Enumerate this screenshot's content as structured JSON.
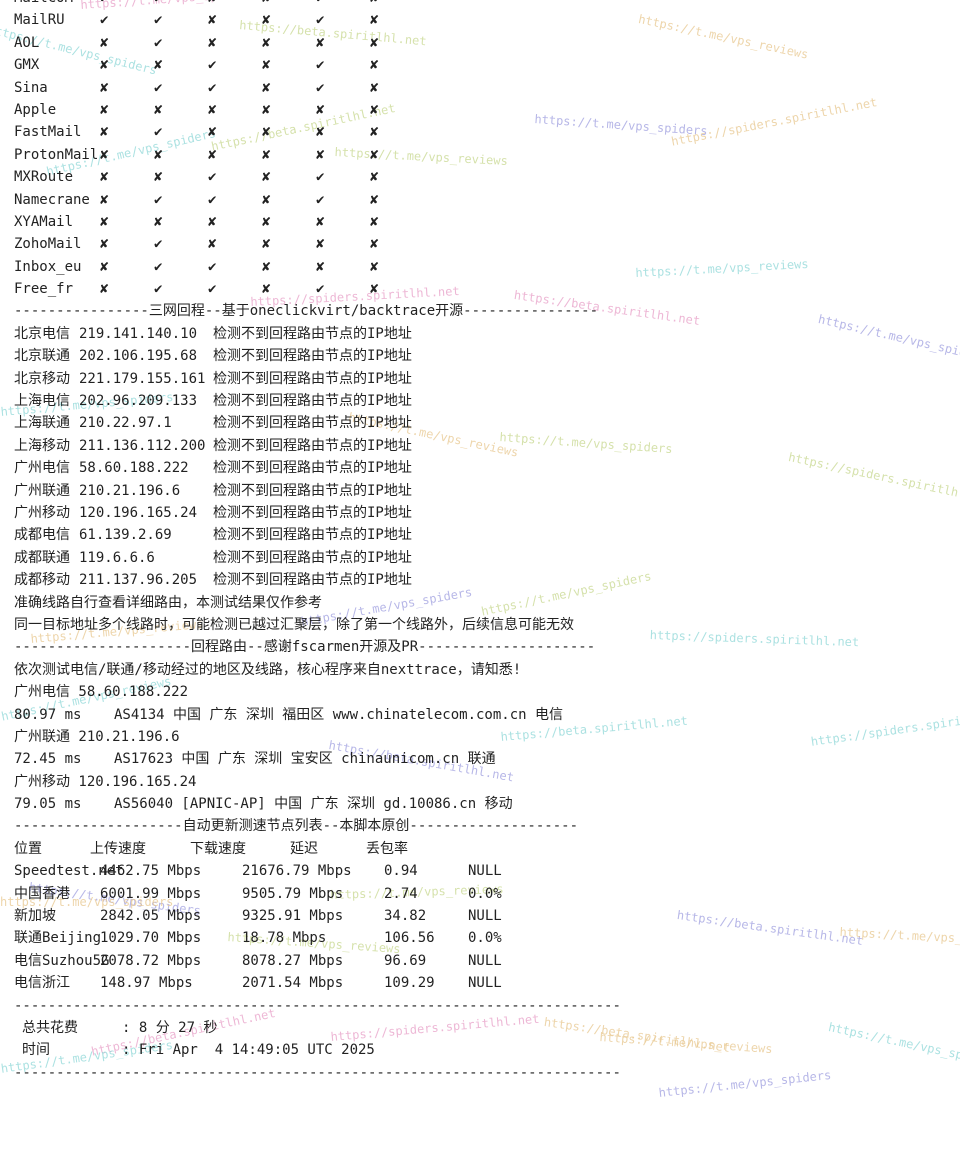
{
  "mail_rows": [
    {
      "name": "MailCOM",
      "marks": [
        "✔",
        "✔",
        "✘",
        "✘",
        "✔",
        "✘"
      ]
    },
    {
      "name": "MailRU",
      "marks": [
        "✔",
        "✔",
        "✘",
        "✘",
        "✔",
        "✘"
      ]
    },
    {
      "name": "AOL",
      "marks": [
        "✘",
        "✔",
        "✘",
        "✘",
        "✘",
        "✘"
      ]
    },
    {
      "name": "GMX",
      "marks": [
        "✘",
        "✘",
        "✔",
        "✘",
        "✔",
        "✘"
      ]
    },
    {
      "name": "Sina",
      "marks": [
        "✘",
        "✔",
        "✔",
        "✘",
        "✔",
        "✘"
      ]
    },
    {
      "name": "Apple",
      "marks": [
        "✘",
        "✘",
        "✘",
        "✘",
        "✘",
        "✘"
      ]
    },
    {
      "name": "FastMail",
      "marks": [
        "✘",
        "✔",
        "✘",
        "✘",
        "✘",
        "✘"
      ]
    },
    {
      "name": "ProtonMail",
      "marks": [
        "✘",
        "✘",
        "✘",
        "✘",
        "✘",
        "✘"
      ]
    },
    {
      "name": "MXRoute",
      "marks": [
        "✘",
        "✘",
        "✔",
        "✘",
        "✔",
        "✘"
      ]
    },
    {
      "name": "Namecrane",
      "marks": [
        "✘",
        "✔",
        "✔",
        "✘",
        "✔",
        "✘"
      ]
    },
    {
      "name": "XYAMail",
      "marks": [
        "✘",
        "✘",
        "✘",
        "✘",
        "✘",
        "✘"
      ]
    },
    {
      "name": "ZohoMail",
      "marks": [
        "✘",
        "✔",
        "✘",
        "✘",
        "✘",
        "✘"
      ]
    },
    {
      "name": "Inbox_eu",
      "marks": [
        "✘",
        "✔",
        "✔",
        "✘",
        "✘",
        "✘"
      ]
    },
    {
      "name": "Free_fr",
      "marks": [
        "✘",
        "✔",
        "✔",
        "✘",
        "✔",
        "✘"
      ]
    }
  ],
  "backtrace": {
    "header": "----------------三网回程--基于oneclickvirt/backtrace开源----------------",
    "rows": [
      {
        "name": "北京电信",
        "ip": "219.141.140.10",
        "result": "检测不到回程路由节点的IP地址"
      },
      {
        "name": "北京联通",
        "ip": "202.106.195.68",
        "result": "检测不到回程路由节点的IP地址"
      },
      {
        "name": "北京移动",
        "ip": "221.179.155.161",
        "result": "检测不到回程路由节点的IP地址"
      },
      {
        "name": "上海电信",
        "ip": "202.96.209.133",
        "result": "检测不到回程路由节点的IP地址"
      },
      {
        "name": "上海联通",
        "ip": "210.22.97.1",
        "result": "检测不到回程路由节点的IP地址"
      },
      {
        "name": "上海移动",
        "ip": "211.136.112.200",
        "result": "检测不到回程路由节点的IP地址"
      },
      {
        "name": "广州电信",
        "ip": "58.60.188.222",
        "result": "检测不到回程路由节点的IP地址"
      },
      {
        "name": "广州联通",
        "ip": "210.21.196.6",
        "result": "检测不到回程路由节点的IP地址"
      },
      {
        "name": "广州移动",
        "ip": "120.196.165.24",
        "result": "检测不到回程路由节点的IP地址"
      },
      {
        "name": "成都电信",
        "ip": "61.139.2.69",
        "result": "检测不到回程路由节点的IP地址"
      },
      {
        "name": "成都联通",
        "ip": "119.6.6.6",
        "result": "检测不到回程路由节点的IP地址"
      },
      {
        "name": "成都移动",
        "ip": "211.137.96.205",
        "result": "检测不到回程路由节点的IP地址"
      }
    ],
    "note1": "准确线路自行查看详细路由，本测试结果仅作参考",
    "note2": "同一目标地址多个线路时，可能检测已越过汇聚层，除了第一个线路外，后续信息可能无效"
  },
  "route": {
    "header": "---------------------回程路由--感谢fscarmen开源及PR---------------------",
    "note": "依次测试电信/联通/移动经过的地区及线路，核心程序来自nexttrace，请知悉!",
    "entries": [
      {
        "target": "广州电信 58.60.188.222",
        "ping": "80.97 ms",
        "path": "AS4134 中国 广东 深圳 福田区 www.chinatelecom.com.cn 电信"
      },
      {
        "target": "广州联通 210.21.196.6",
        "ping": "72.45 ms",
        "path": "AS17623 中国 广东 深圳 宝安区 chinaunicom.cn 联通"
      },
      {
        "target": "广州移动 120.196.165.24",
        "ping": "79.05 ms",
        "path": "AS56040 [APNIC-AP] 中国 广东 深圳 gd.10086.cn 移动"
      }
    ]
  },
  "speedtest": {
    "header": "--------------------自动更新测速节点列表--本脚本原创--------------------",
    "columns": {
      "loc": "位置",
      "up": "上传速度",
      "down": "下载速度",
      "latency": "延迟",
      "loss": "丢包率"
    },
    "rows": [
      {
        "loc": "Speedtest.net",
        "up": "4462.75 Mbps",
        "down": "21676.79 Mbps",
        "latency": "0.94",
        "loss": "NULL"
      },
      {
        "loc": "中国香港",
        "up": "6001.99 Mbps",
        "down": "9505.79 Mbps",
        "latency": "2.74",
        "loss": "0.0%"
      },
      {
        "loc": "新加坡",
        "up": "2842.05 Mbps",
        "down": "9325.91 Mbps",
        "latency": "34.82",
        "loss": "NULL"
      },
      {
        "loc": "联通Beijing",
        "up": "1029.70 Mbps",
        "down": "18.78 Mbps",
        "latency": "106.56",
        "loss": "0.0%"
      },
      {
        "loc": "电信Suzhou5G",
        "up": "2078.72 Mbps",
        "down": "8078.27 Mbps",
        "latency": "96.69",
        "loss": "NULL"
      },
      {
        "loc": "电信浙江",
        "up": "148.97 Mbps",
        "down": "2071.54 Mbps",
        "latency": "109.29",
        "loss": "NULL"
      }
    ]
  },
  "summary": {
    "divider": "------------------------------------------------------------------------",
    "total_label": "总共花费",
    "total_value": ": 8 分 27 秒",
    "time_label": "时间",
    "time_value": ": Fri Apr  4 14:49:05 UTC 2025"
  },
  "watermarks": [
    "https://t.me/vps_spiders",
    "https://beta.spiritlhl.net",
    "https://t.me/vps_reviews",
    "https://spiders.spiritlhl.net"
  ],
  "colors": {
    "text": "#222222",
    "background": "#ffffff",
    "watermark_palette": [
      "#e8a0c8",
      "#c8d890",
      "#90d8d8",
      "#a0a0e0",
      "#e8c890"
    ]
  }
}
